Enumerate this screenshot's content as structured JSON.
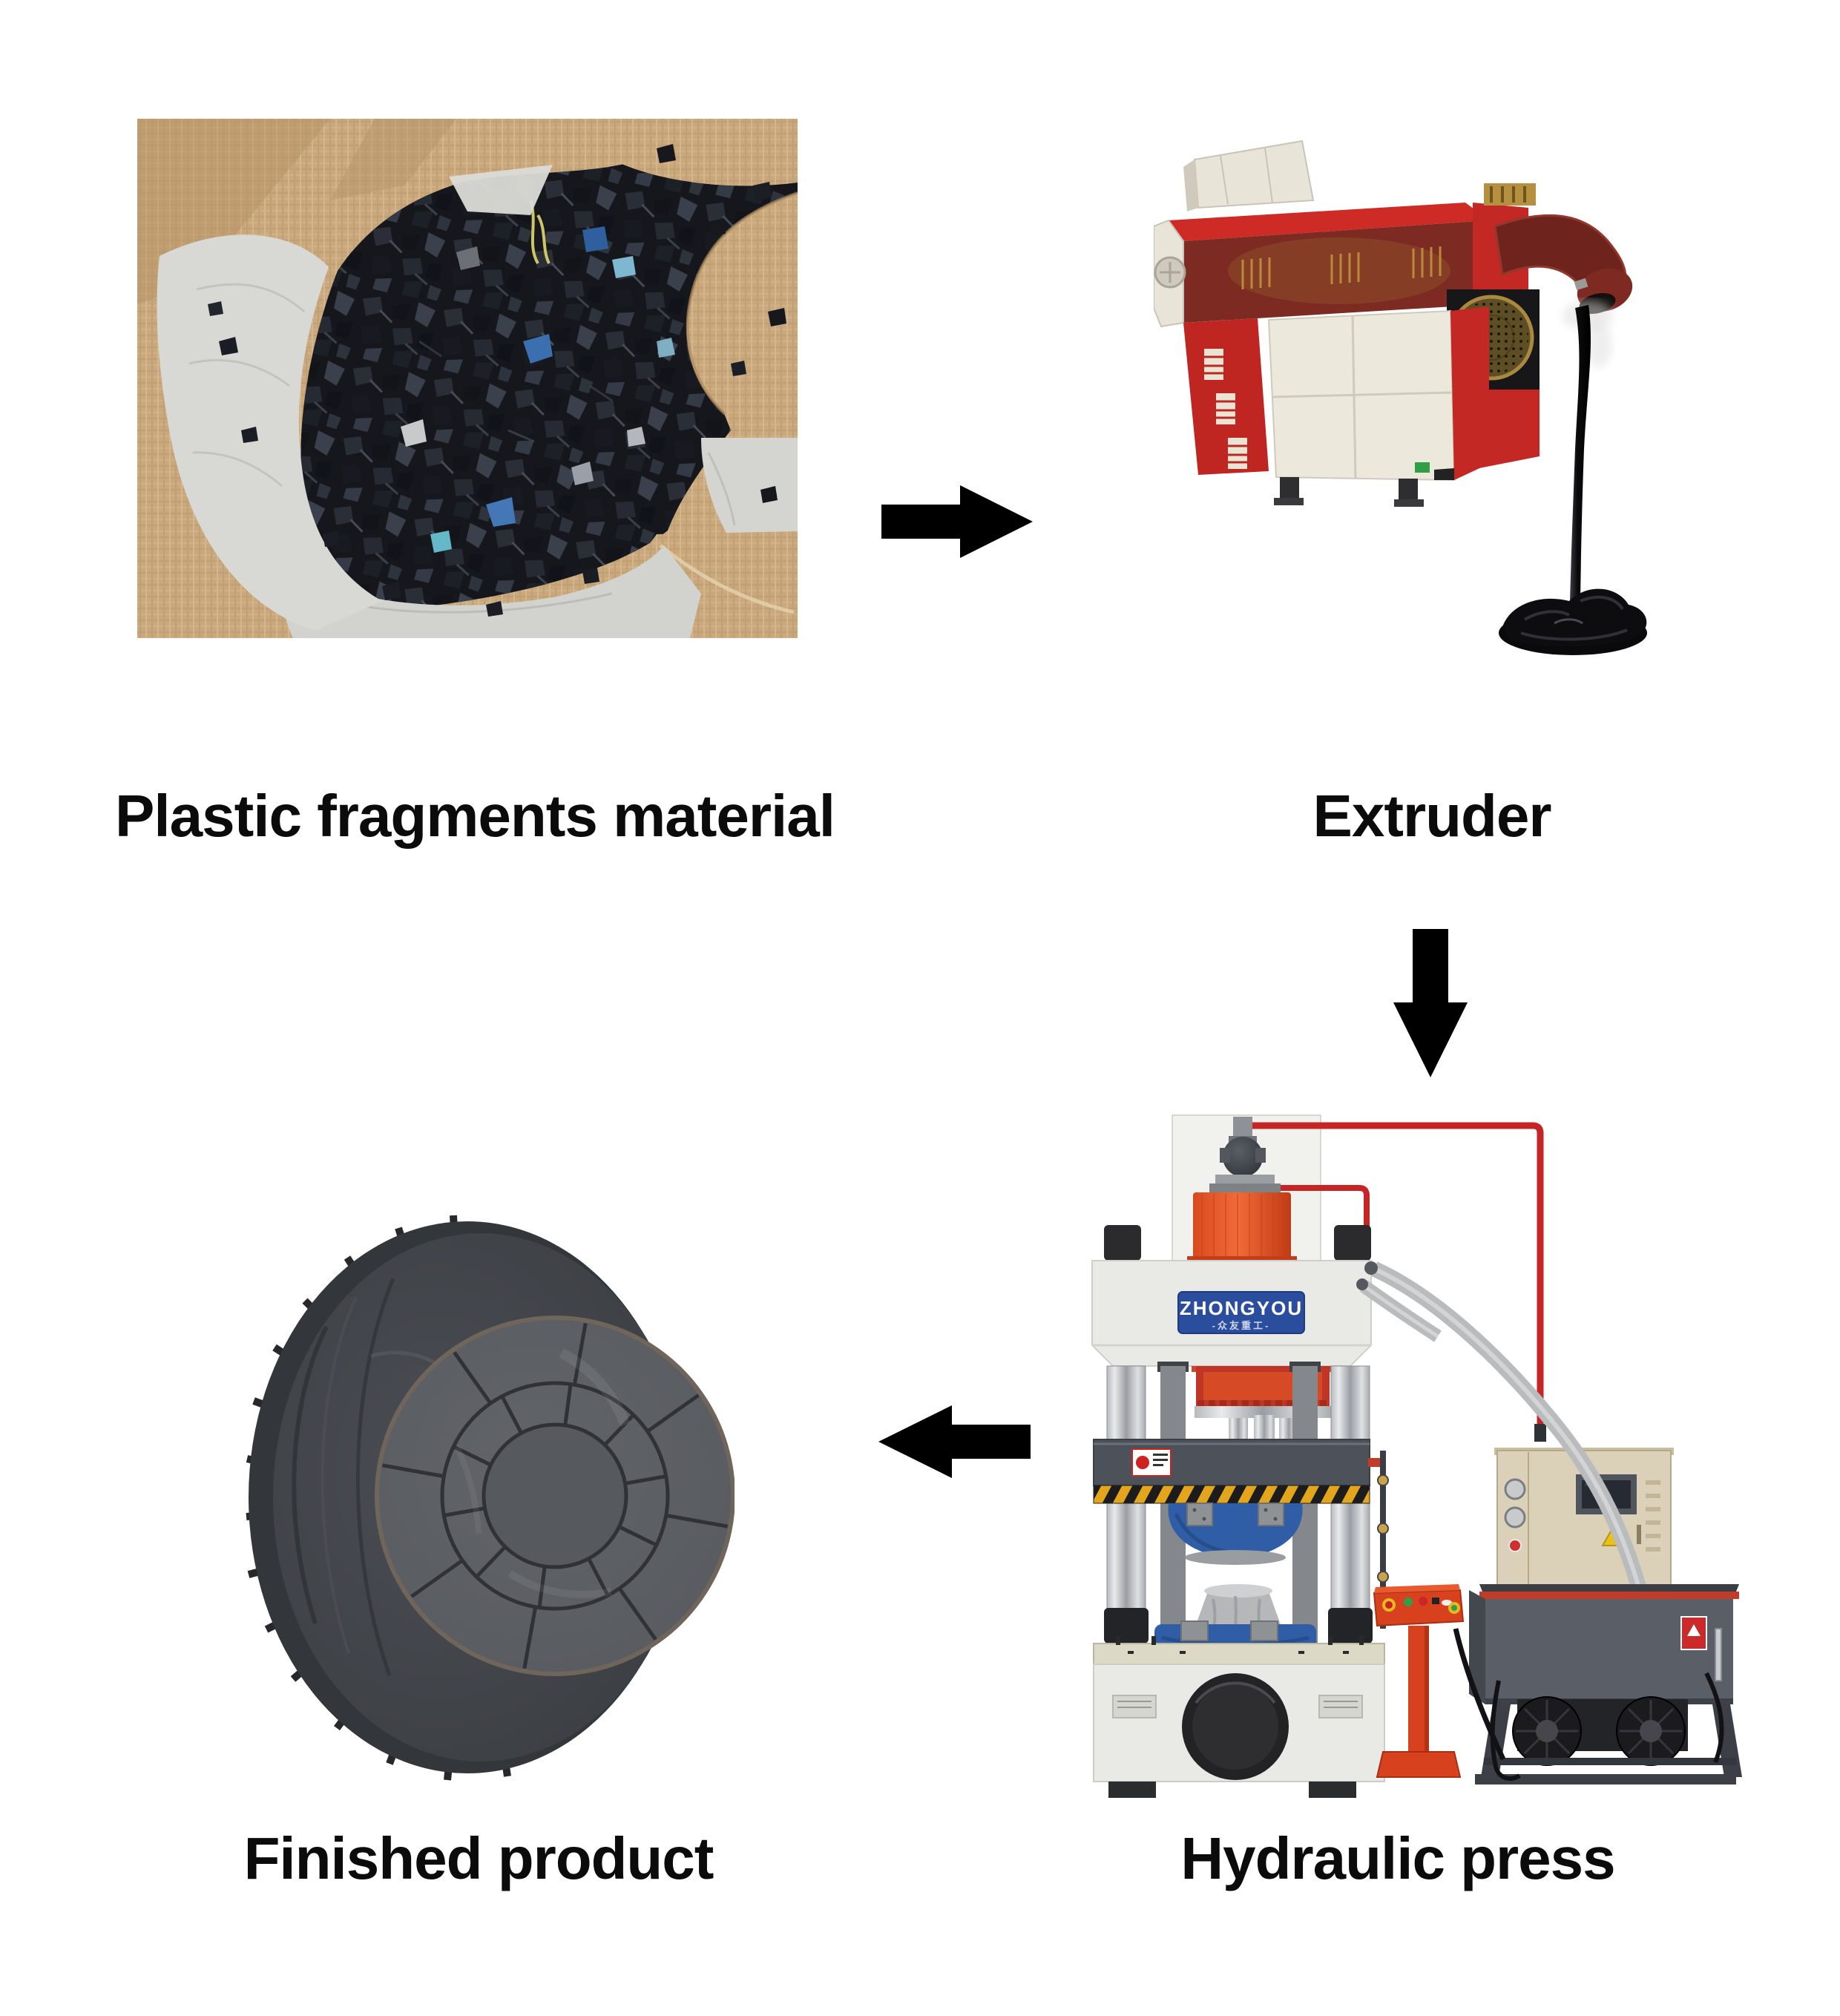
{
  "diagram": {
    "kind": "process-flow",
    "background": "#ffffff"
  },
  "flow": {
    "arrow_color": "#000000",
    "steps": [
      {
        "id": "plastic-fragments-material",
        "label": "Plastic fragments material"
      },
      {
        "id": "extruder",
        "label": "Extruder"
      },
      {
        "id": "hydraulic-press",
        "label": "Hydraulic press"
      },
      {
        "id": "finished-product",
        "label": "Finished product"
      }
    ],
    "arrows": [
      {
        "direction": "right",
        "from": "plastic-fragments-material",
        "to": "extruder"
      },
      {
        "direction": "down",
        "from": "extruder",
        "to": "hydraulic-press"
      },
      {
        "direction": "left",
        "from": "hydraulic-press",
        "to": "finished-product"
      }
    ]
  },
  "machines": {
    "press_brand": "ZHONGYOU",
    "press_brand_sub": "-众友重工-"
  },
  "colors": {
    "caption_text": "#0b0b0b",
    "arrow": "#000000",
    "bag_tan": "#c9a87e",
    "bag_liner_white": "#d8d8d4",
    "fragments_black": "#15171c",
    "fragment_blue": "#3b6fb0",
    "extruder_red": "#c62f27",
    "extruder_maroon": "#7c2a22",
    "extruder_panel_cream": "#ece8dc",
    "molten_plastic": "#0b0b0d",
    "press_frame_white": "#e9e9e6",
    "press_cylinder_orange": "#e85427",
    "press_badge_blue": "#2b4d9e",
    "press_platen_gray": "#4d525a",
    "hazard_yellow": "#e2a51c",
    "mold_blue": "#2f5ea6",
    "pedestal_orange": "#d8411d",
    "tank_gray": "#5a5f67",
    "cabinet_beige": "#dbd1b8",
    "product_gray": "#5b5e63"
  }
}
